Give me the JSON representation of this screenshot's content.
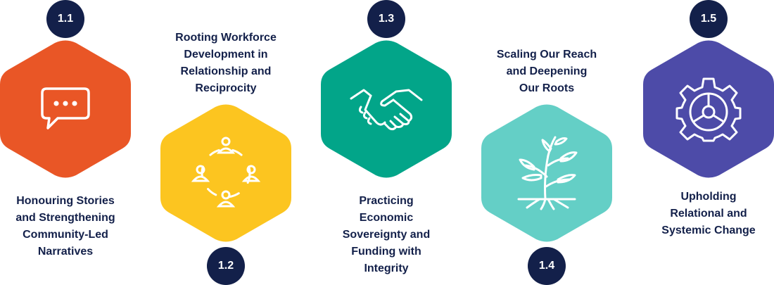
{
  "items": [
    {
      "number": "1.1",
      "color": "#e95626",
      "icon": "speech-bubble-icon",
      "lines": [
        "Honouring Stories",
        "and Strengthening",
        "Community-Led",
        "Narratives"
      ]
    },
    {
      "number": "1.2",
      "color": "#fcc520",
      "icon": "people-circle-icon",
      "lines": [
        "Rooting Workforce",
        "Development in",
        "Relationship and",
        "Reciprocity"
      ]
    },
    {
      "number": "1.3",
      "color": "#02a589",
      "icon": "handshake-icon",
      "lines": [
        "Practicing",
        "Economic",
        "Sovereignty and",
        "Funding with",
        "Integrity"
      ]
    },
    {
      "number": "1.4",
      "color": "#64cfc6",
      "icon": "plant-icon",
      "lines": [
        "Scaling Our Reach",
        "and Deepening",
        "Our Roots"
      ]
    },
    {
      "number": "1.5",
      "color": "#4d4ba8",
      "icon": "gear-icon",
      "lines": [
        "Upholding",
        "Relational and",
        "Systemic Change"
      ]
    }
  ]
}
